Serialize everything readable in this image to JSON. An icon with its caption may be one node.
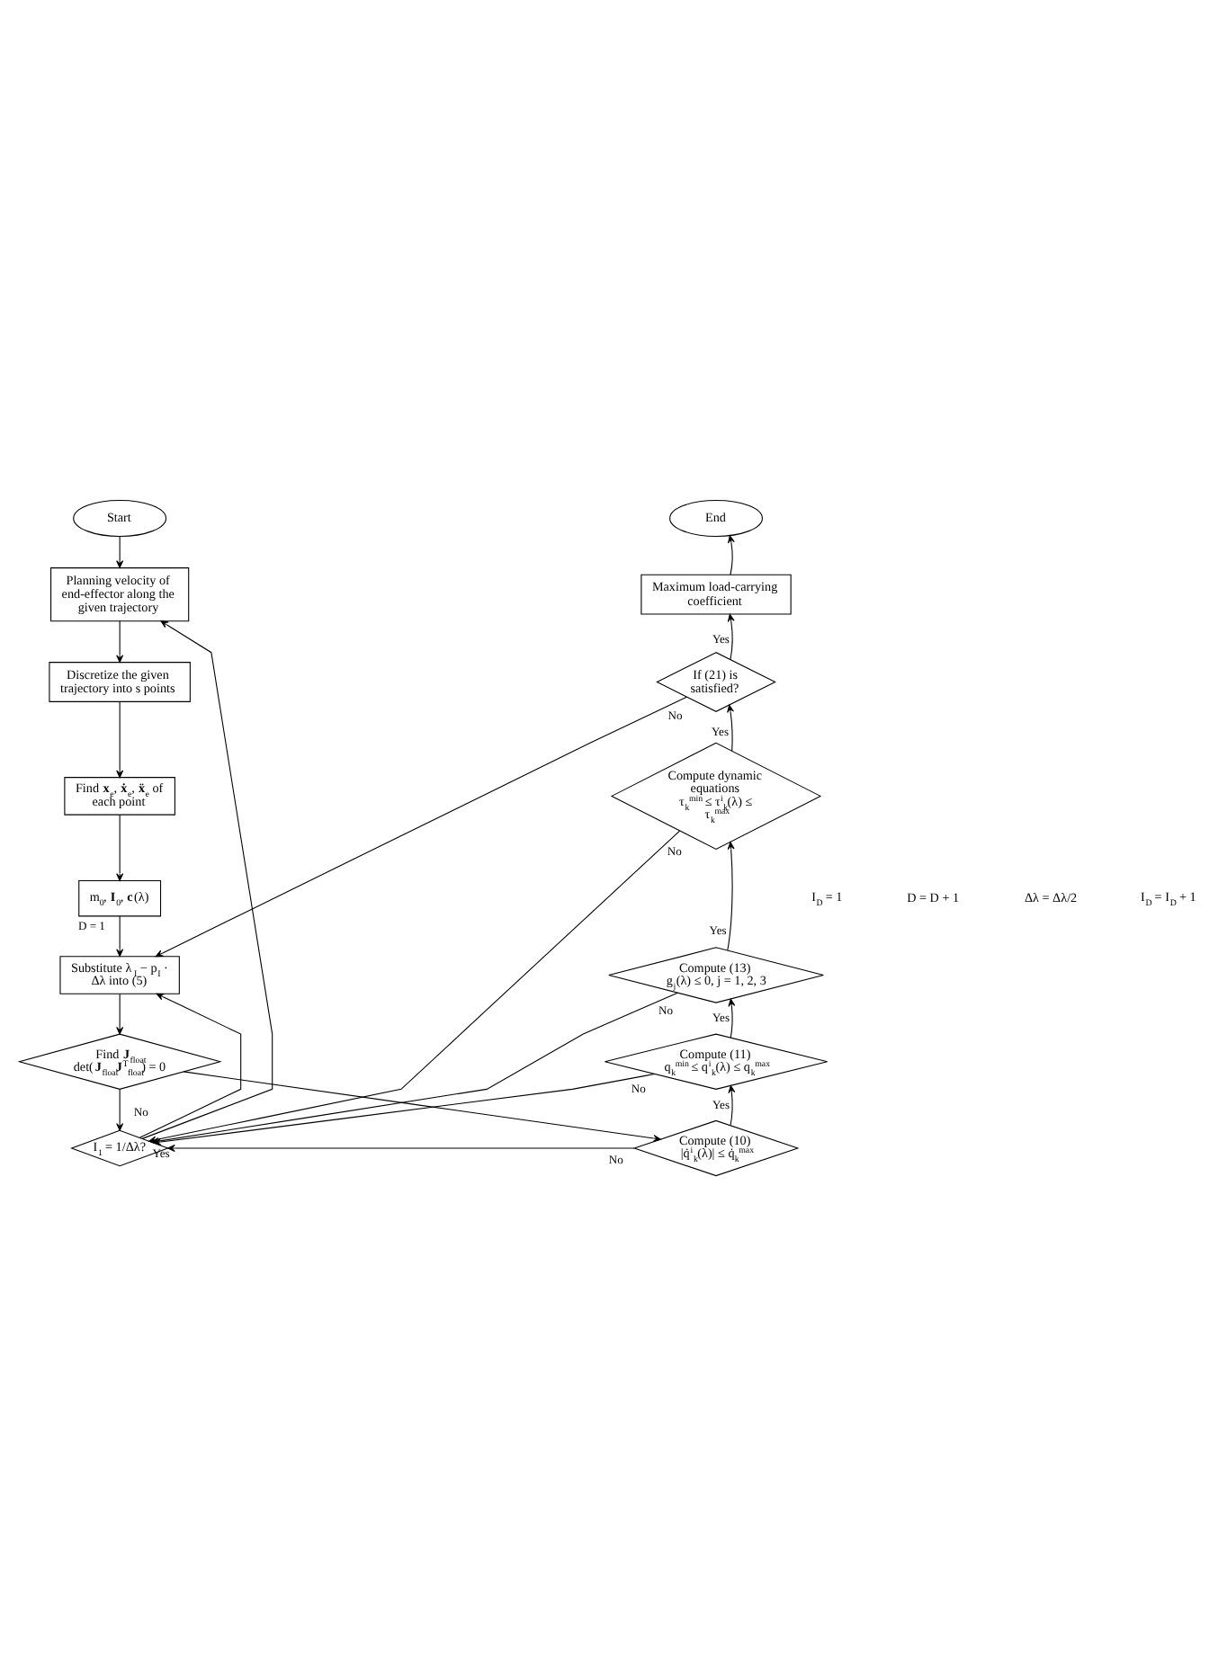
{
  "diagram": {
    "nodes": [
      {
        "text": [
          "Start"
        ]
      },
      {
        "text": [
          "End"
        ]
      },
      {
        "text": [
          "Planning velocity of end-effector along the given trajectory"
        ]
      },
      {
        "text": [
          "Discretize the given trajectory into s points"
        ]
      },
      {
        "text": [
          "Find **x**$_{e}$, **ẋ**$_{e}$, **ẍ**$_{e}$ of each point"
        ]
      },
      {
        "text": [
          "m$_{0}$, **I**$_{0}$, **c**(λ)"
        ]
      },
      {
        "text": [
          "Substitute λ$_{I}$ − p$_{I}$ · Δλ into (5)"
        ]
      },
      {
        "text": [
          "Find **J**$_{float}$",
          "det(**J**$_{float}$**J**$^{T}$$_{float}$) = 0"
        ]
      },
      {
        "text": [
          "I$_{1}$ = 1/Δλ?"
        ]
      },
      {
        "text": [
          "Maximum load-carrying coefficient"
        ]
      },
      {
        "text": [
          "If (21) is satisfied?"
        ]
      },
      {
        "text": [
          "Compute dynamic equations",
          "τ$_{k}$$^{min}$ ≤ τ$^{i}$$_{k}$(λ) ≤ τ$_{k}$$^{max}$"
        ]
      },
      {
        "text": [
          "Compute (13)",
          "g$_{j}$(λ) ≤ 0, j = 1, 2, 3"
        ]
      },
      {
        "text": [
          "Compute (11)",
          "q$_{k}$$^{min}$ ≤ q$^{i}$$_{k}$(λ) ≤ q$_{k}$$^{max}$"
        ]
      },
      {
        "text": [
          "Compute (10)",
          "|q̇$^{i}$$_{k}$(λ)| ≤ q̇$_{k}$$^{max}$"
        ]
      }
    ],
    "edges": [
      {
        "from": 0,
        "to": 2,
        "arrow": "to"
      },
      {
        "from": 2,
        "to": 3,
        "arrow": "to"
      },
      {
        "from": 3,
        "to": 4,
        "arrow": "to"
      },
      {
        "from": 4,
        "to": 5,
        "arrow": "to"
      },
      {
        "from": 5,
        "to": 6,
        "arrow": "to",
        "label": "D = 1"
      },
      {
        "from": 6,
        "to": 7,
        "arrow": "to"
      },
      {
        "from": 7,
        "to": 8,
        "arrow": "to"
      },
      {
        "from": 7,
        "to": 14,
        "arrow": "to"
      },
      {
        "from": 8,
        "to": 6,
        "arrow": "to",
        "label": "No"
      },
      {
        "from": 8,
        "to": 2,
        "arrow": "to",
        "label": "Yes"
      },
      {
        "from": 14,
        "to": 13,
        "arrow": "to",
        "label": "Yes"
      },
      {
        "from": 13,
        "to": 12,
        "arrow": "to",
        "label": "Yes"
      },
      {
        "from": 12,
        "to": 11,
        "arrow": "to",
        "label": "Yes"
      },
      {
        "from": 11,
        "to": 10,
        "arrow": "to",
        "label": "Yes"
      },
      {
        "from": 10,
        "to": 9,
        "arrow": "to",
        "label": "Yes"
      },
      {
        "from": 9,
        "to": 1,
        "arrow": "to"
      },
      {
        "from": 10,
        "to": 6,
        "arrow": "to",
        "label": "No"
      },
      {
        "from": 11,
        "to": 8,
        "arrow": "to",
        "label": "No"
      },
      {
        "from": 12,
        "to": 8,
        "arrow": "to",
        "label": "No"
      },
      {
        "from": 13,
        "to": 8,
        "arrow": "to",
        "label": "No"
      },
      {
        "from": 14,
        "to": 8,
        "arrow": "to",
        "label": "No"
      }
    ],
    "labels": [
      "I$_{D}$ = 1",
      "D = D + 1",
      "Δλ = Δλ/2",
      "I$_{D}$ = I$_{D}$ + 1"
    ]
  }
}
